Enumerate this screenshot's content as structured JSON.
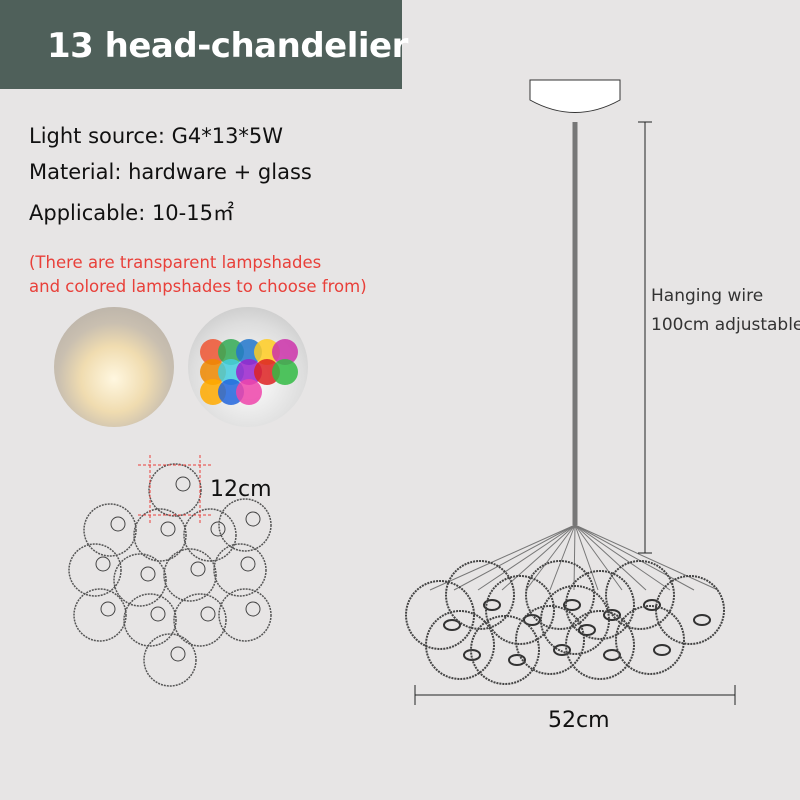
{
  "title": "13 head-chandelier",
  "specs": [
    "Light source: G4*13*5W",
    "Material: hardware + glass",
    "Applicable: 10-15㎡"
  ],
  "note": [
    "(There are transparent lampshades",
    "and colored lampshades to choose from)"
  ],
  "dimensions": {
    "ball": "12cm",
    "width": "52cm",
    "wire_line1": "Hanging wire",
    "wire_line2": "100cm adjustable"
  },
  "colors": {
    "header": "#4f605a",
    "note": "#e8403a",
    "background": "#e7e5e5"
  }
}
